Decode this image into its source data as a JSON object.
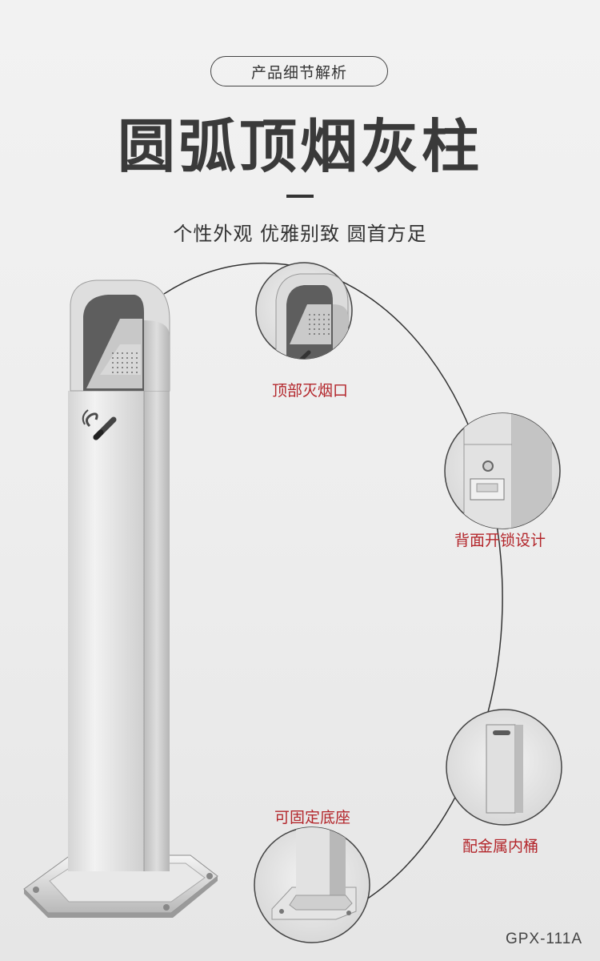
{
  "header": {
    "pill_text": "产品细节解析",
    "title": "圆弧顶烟灰柱",
    "subtitle": "个性外观  优雅别致  圆首方足"
  },
  "details": [
    {
      "label": "顶部灭烟口"
    },
    {
      "label": "背面开锁设计"
    },
    {
      "label": "配金属内桶"
    },
    {
      "label": "可固定底座"
    }
  ],
  "model": "GPX-111A",
  "colors": {
    "label_red": "#b3262b",
    "title_gray": "#3a3a3a",
    "steel_light": "#e4e4e4",
    "steel_dark": "#a8a8a8"
  },
  "icons": [
    "no-smoking-cigarette-icon"
  ]
}
